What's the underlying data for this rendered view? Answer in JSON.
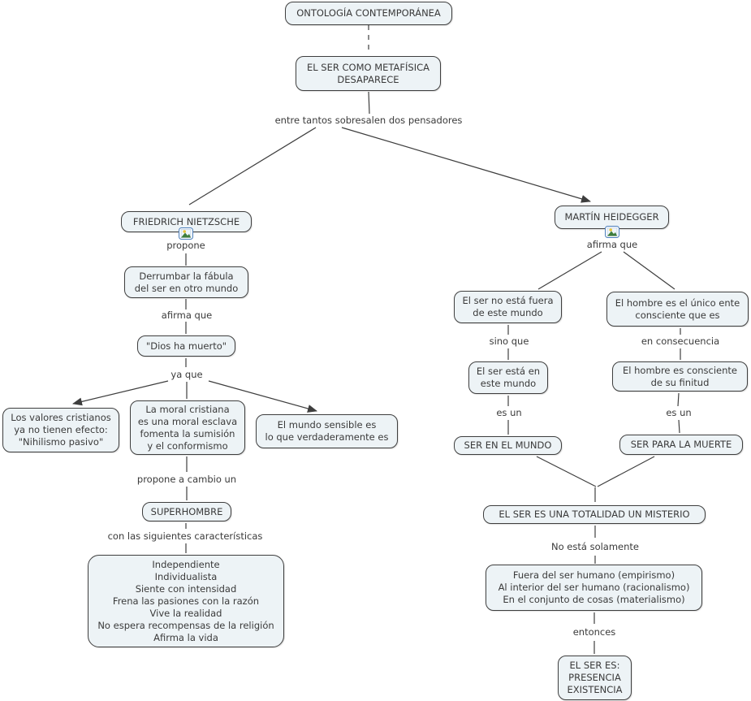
{
  "nodes": {
    "ontologia": "ONTOLOGÍA CONTEMPORÁNEA",
    "metafisica": "EL SER COMO METAFÍSICA\nDESAPARECE",
    "nietzsche": "FRIEDRICH NIETZSCHE",
    "derrumbar": "Derrumbar la fábula\ndel ser en otro mundo",
    "dios_ha_muerto": "\"Dios ha muerto\"",
    "valores_cristianos": "Los valores cristianos\nya no tienen efecto:\n\"Nihilismo pasivo\"",
    "moral_cristiana": "La moral cristiana\nes una moral esclava\nfomenta la sumisión\ny el conformismo",
    "mundo_sensible": "El mundo sensible es\nlo que verdaderamente es",
    "superhombre": "SUPERHOMBRE",
    "caracteristicas": "Independiente\nIndividualista\nSiente con intensidad\nFrena las pasiones con la razón\nVive la realidad\nNo espera recompensas de la religión\nAfirma la vida",
    "heidegger": "MARTÍN HEIDEGGER",
    "ser_no_fuera": "El ser no está fuera\nde este mundo",
    "hombre_unico": "El hombre es el único ente\nconsciente que es",
    "ser_esta": "El ser está en\neste mundo",
    "hombre_consciente": "El hombre es consciente\nde su finitud",
    "ser_en_el_mundo": "SER EN EL MUNDO",
    "ser_para_la_muerte": "SER PARA LA MUERTE",
    "totalidad": "EL SER ES UNA TOTALIDAD UN MISTERIO",
    "no_solamente": "Fuera del ser humano (empirismo)\nAl interior del ser humano (racionalismo)\nEn el conjunto de cosas (materialismo)",
    "ser_es": "EL SER ES:\nPRESENCIA\nEXISTENCIA"
  },
  "phrases": {
    "entre_tantos": "entre tantos sobresalen dos pensadores",
    "propone": "propone",
    "afirma_que_nietzsche": "afirma que",
    "ya_que": "ya que",
    "propone_a_cambio": "propone a cambio un",
    "con_caracteristicas": "con las siguientes características",
    "afirma_que_heidegger": "afirma que",
    "sino_que": "sino que",
    "en_consecuencia": "en consecuencia",
    "es_un_izquierda": "es un",
    "es_un_derecha": "es un",
    "no_esta_solamente": "No está solamente",
    "entonces": "entonces"
  },
  "icons": {
    "nietzsche_resource": "image-resource-icon",
    "heidegger_resource": "image-resource-icon"
  },
  "colors": {
    "canvas_background": "#ffffff",
    "node_fill": "#edf3f6",
    "node_border": "#3e3e3e",
    "connection_line": "#3e3e3e",
    "text": "#3a3a3a",
    "icon_border": "#4a7ebb",
    "icon_mountain": "#3f7d3c",
    "icon_sun": "#e8c53a"
  }
}
